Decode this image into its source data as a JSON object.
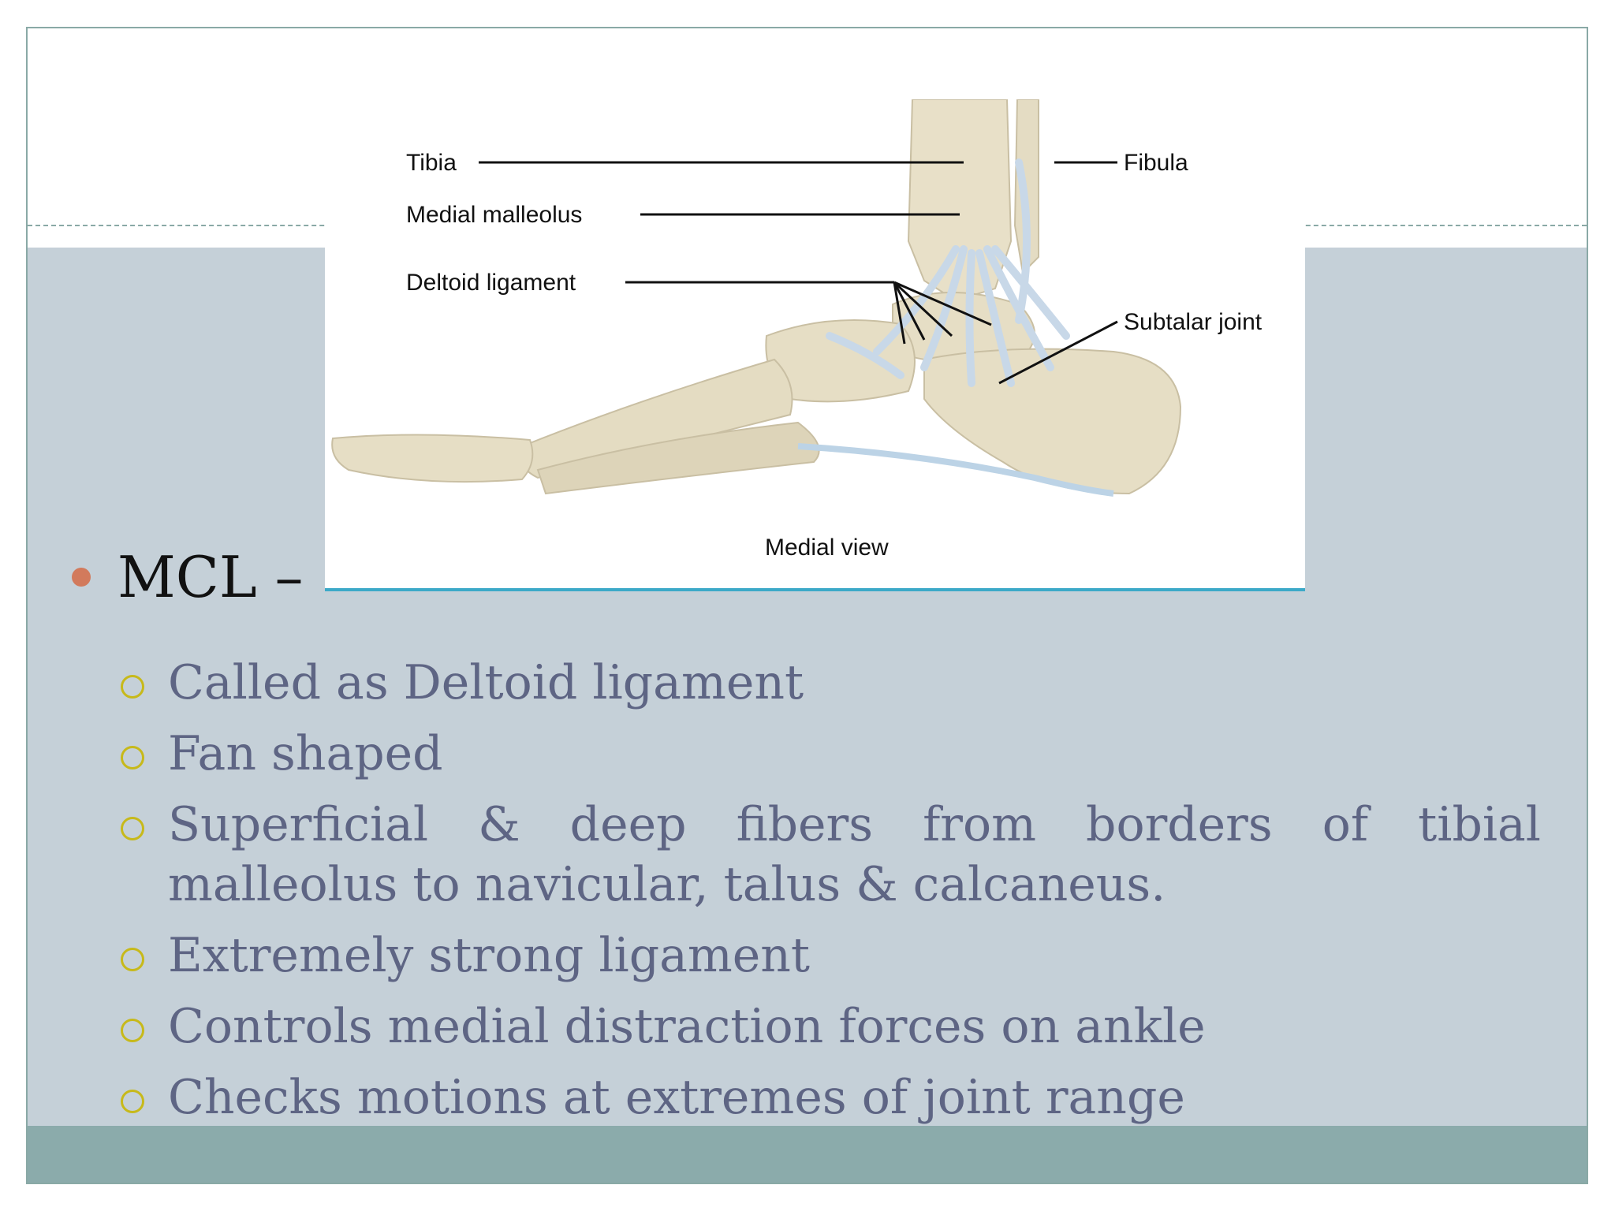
{
  "figure": {
    "labels": {
      "tibia": "Tibia",
      "medial_malleolus": "Medial malleolus",
      "deltoid_ligament": "Deltoid ligament",
      "fibula": "Fibula",
      "subtalar_joint": "Subtalar joint",
      "caption": "Medial view"
    }
  },
  "main_bullet": {
    "text": "MCL –"
  },
  "sub_bullets": [
    {
      "text": "Called as Deltoid ligament"
    },
    {
      "text": "Fan shaped"
    },
    {
      "text": "Superficial & deep fibers from borders of tibial malleolus to navicular, talus & calcaneus."
    },
    {
      "text": "Extremely strong ligament"
    },
    {
      "text": "Controls medial distraction forces on ankle"
    },
    {
      "text": "Checks motions at extremes of joint range"
    }
  ],
  "colors": {
    "content_background": "#c5d0d8",
    "footer": "#8babab",
    "main_bullet_dot": "#d27a5c",
    "sub_bullet_ring": "#c7b91a",
    "sub_text": "#5e6584"
  }
}
